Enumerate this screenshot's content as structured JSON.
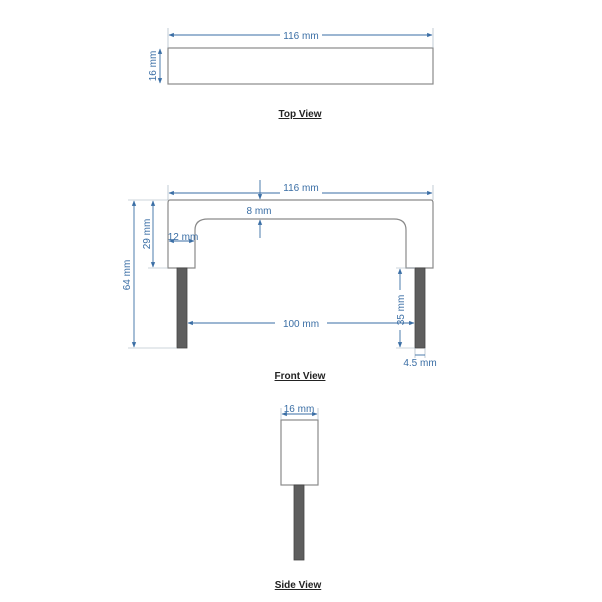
{
  "top_view": {
    "title": "Top View",
    "length_label": "116 mm",
    "width_label": "16 mm"
  },
  "front_view": {
    "title": "Front View",
    "length_label": "116 mm",
    "thickness_label": "8 mm",
    "handle_height_label": "29 mm",
    "total_height_label": "64 mm",
    "leg_width_label": "12 mm",
    "center_distance_label": "100 mm",
    "screw_length_label": "35 mm",
    "screw_diameter_label": "4.5 mm"
  },
  "side_view": {
    "title": "Side View",
    "width_label": "16 mm"
  },
  "colors": {
    "dimension": "#3a6ea5",
    "outline": "#8a8a8a",
    "screw": "#5e5e5e"
  }
}
